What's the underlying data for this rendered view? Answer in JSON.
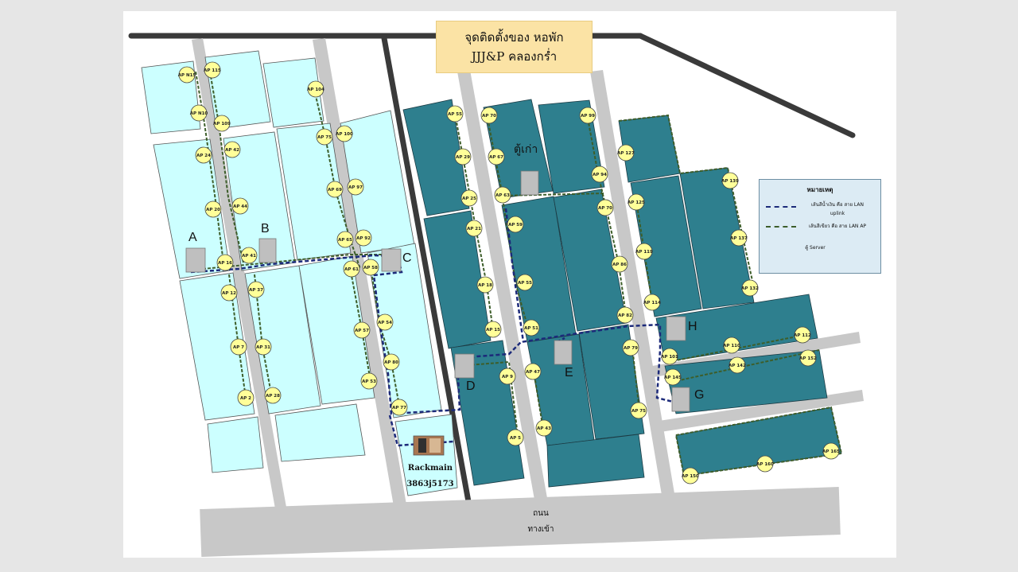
{
  "title": {
    "line1": "จุดติดตั้งของ หอพัก",
    "line2": "JJJ&P คลองกร่ำ"
  },
  "legend": {
    "title": "หมายเหตุ",
    "blue_line": "เส้นสีน้ำเงิน คือ สาย LAN",
    "blue_line_2": "uplink",
    "green_line": "เส้นสีเขียว คือ สาย LAN AP",
    "server": "ตู้ Server"
  },
  "rack": {
    "line1": "Rackmain",
    "line2": "3863j5173"
  },
  "road": {
    "line1": "ถนน",
    "line2": "ทางเข้า"
  },
  "old_cabinet": "ตู้เก่า",
  "zones": [
    "A",
    "B",
    "C",
    "D",
    "E",
    "G",
    "H"
  ],
  "colors": {
    "light_building": "#ccffff",
    "dark_building": "#2e7f8e",
    "ap_fill": "#ffff99",
    "uplink": "#1c2a7a",
    "ap_cable": "#3d5e2a",
    "road": "#c8c8c8"
  },
  "access_points": [
    "AP N15",
    "AP 115",
    "AP N10",
    "AP 109",
    "AP 24",
    "AP 42",
    "AP 20",
    "AP 44",
    "AP 16",
    "AP 41",
    "AP 12",
    "AP 37",
    "AP 7",
    "AP 31",
    "AP 2",
    "AP 28",
    "AP 104",
    "AP 75",
    "AP 100",
    "AP 69",
    "AP 97",
    "AP 65",
    "AP 92",
    "AP 61",
    "AP 58",
    "AP 57",
    "AP 54",
    "AP 80",
    "AP 53",
    "AP 77",
    "AP 55",
    "AP 29",
    "AP 25",
    "AP 21",
    "AP 18",
    "AP 15",
    "AP 70",
    "AP 67",
    "AP 63",
    "AP 59",
    "AP 55",
    "AP 51",
    "AP 9",
    "AP 5",
    "AP 99",
    "AP 94",
    "AP 70",
    "AP 86",
    "AP 82",
    "AP 79",
    "AP 47",
    "AP 43",
    "AP 75",
    "AP 127",
    "AP 125",
    "AP 119",
    "AP 114",
    "AP 139",
    "AP 137",
    "AP 132",
    "AP 112",
    "AP 110",
    "AP 101",
    "AP 145",
    "AP 142",
    "AP 152",
    "AP 150",
    "AP 160",
    "AP 165"
  ]
}
